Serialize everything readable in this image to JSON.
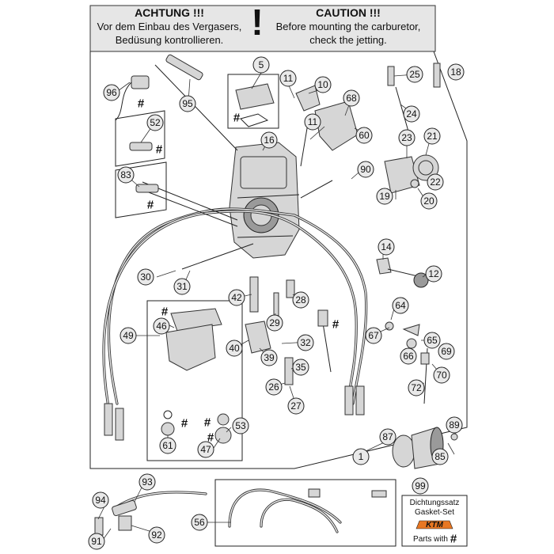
{
  "banner": {
    "de_heading": "ACHTUNG !!!",
    "de_line1": "Vor dem Einbau des Vergasers,",
    "de_line2": "Bedüsung kontrollieren.",
    "exclamation": "!",
    "en_heading": "CAUTION !!!",
    "en_line1": "Before mounting the carburetor,",
    "en_line2": "check the jetting."
  },
  "callouts": {
    "c1": "1",
    "c5": "5",
    "c10": "10",
    "c11a": "11",
    "c11b": "11",
    "c12": "12",
    "c14": "14",
    "c16": "16",
    "c18": "18",
    "c19": "19",
    "c20": "20",
    "c21": "21",
    "c22": "22",
    "c23": "23",
    "c24": "24",
    "c25": "25",
    "c26": "26",
    "c27": "27",
    "c28": "28",
    "c29": "29",
    "c30": "30",
    "c31": "31",
    "c32": "32",
    "c35": "35",
    "c39": "39",
    "c40": "40",
    "c42": "42",
    "c46": "46",
    "c47": "47",
    "c49": "49",
    "c52": "52",
    "c53": "53",
    "c56": "56",
    "c60": "60",
    "c61": "61",
    "c64": "64",
    "c65": "65",
    "c66": "66",
    "c67": "67",
    "c68": "68",
    "c69": "69",
    "c70": "70",
    "c72": "72",
    "c83": "83",
    "c85": "85",
    "c87": "87",
    "c89": "89",
    "c90": "90",
    "c91": "91",
    "c92": "92",
    "c93": "93",
    "c94": "94",
    "c95": "95",
    "c96": "96",
    "c99": "99"
  },
  "hash_symbol": "#",
  "kit_box": {
    "line1": "Dichtungssatz",
    "line2": "Gasket-Set",
    "brand": "KTM",
    "parts_with": "Parts with"
  }
}
